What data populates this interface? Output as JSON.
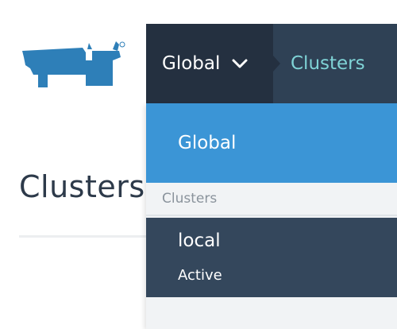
{
  "brand": {
    "logo_icon": "rancher-bull-logo",
    "logo_color": "#2e7fb8"
  },
  "page": {
    "title": "Clusters"
  },
  "header": {
    "scope_label": "Global",
    "scope_chevron_icon": "chevron-down-icon",
    "breadcrumb_label": "Clusters"
  },
  "dropdown": {
    "global_label": "Global",
    "section_header": "Clusters",
    "items": [
      {
        "name": "local",
        "status": "Active"
      }
    ]
  },
  "colors": {
    "topbar_dark": "#243040",
    "topbar_mid": "#2f4155",
    "accent_teal": "#7fd3d6",
    "selected_blue": "#3b95d6",
    "cluster_row": "#34475c"
  }
}
